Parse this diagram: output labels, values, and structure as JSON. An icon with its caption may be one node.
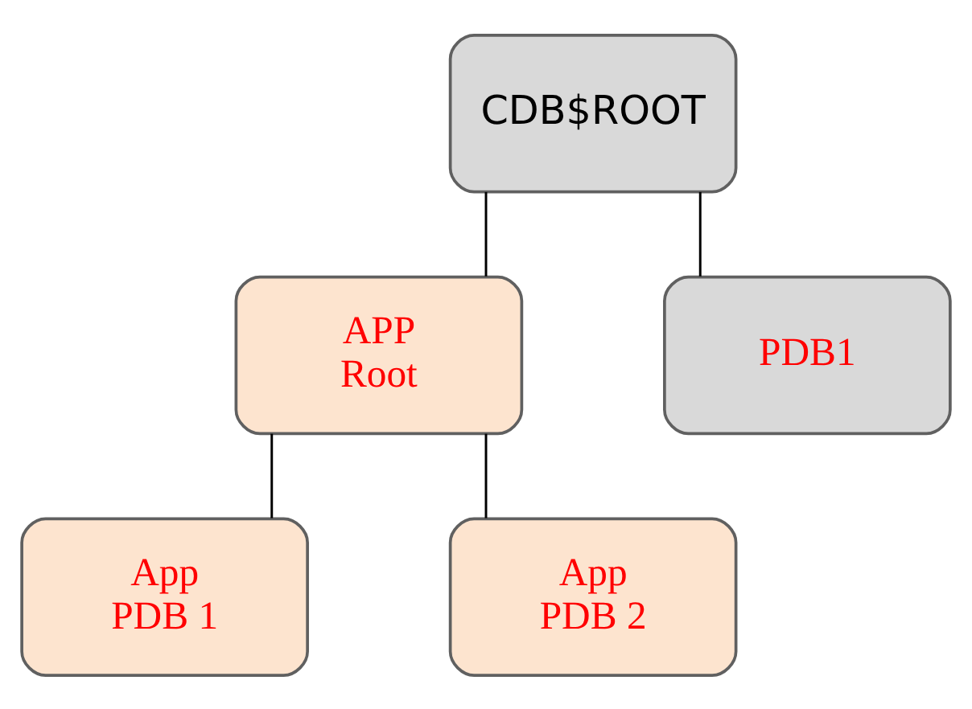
{
  "diagram": {
    "nodes": [
      {
        "text": [
          "CDB$ROOT"
        ]
      },
      {
        "text": [
          "APP Root"
        ]
      },
      {
        "text": [
          "PDB1"
        ]
      },
      {
        "text": [
          "App PDB 1"
        ]
      },
      {
        "text": [
          "App PDB 2"
        ]
      }
    ],
    "edges": [
      {
        "from": 0,
        "to": 1,
        "arrow": "none"
      },
      {
        "from": 0,
        "to": 2,
        "arrow": "none"
      },
      {
        "from": 1,
        "to": 3,
        "arrow": "none"
      },
      {
        "from": 1,
        "to": 4,
        "arrow": "none"
      }
    ]
  }
}
